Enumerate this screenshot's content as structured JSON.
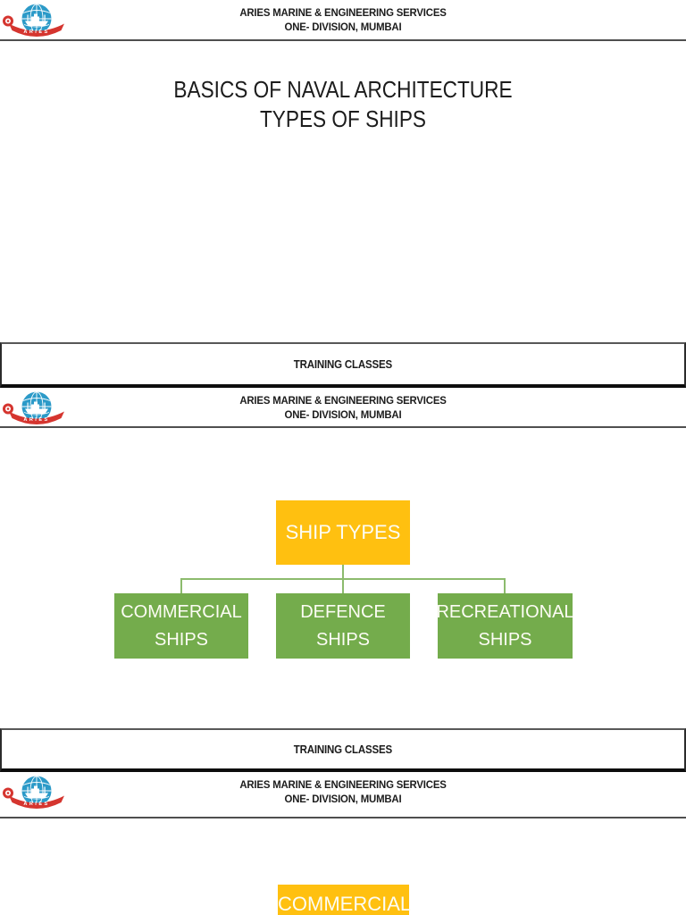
{
  "company": {
    "line1": "ARIES MARINE & ENGINEERING SERVICES",
    "line2": "ONE- DIVISION, MUMBAI"
  },
  "logo": {
    "ribbon_text": "ARIES"
  },
  "slides": {
    "title_slide": {
      "title_line1": "BASICS OF NAVAL ARCHITECTURE",
      "title_line2": "TYPES OF SHIPS",
      "footer": "TRAINING CLASSES"
    },
    "ship_types_slide": {
      "footer": "TRAINING CLASSES",
      "diagram": {
        "type": "org-chart",
        "root": "SHIP TYPES",
        "children": [
          {
            "line1": "COMMERCIAL",
            "line2": "SHIPS"
          },
          {
            "line1": "DEFENCE",
            "line2": "SHIPS"
          },
          {
            "line1": "RECREATIONAL",
            "line2": "SHIPS"
          }
        ]
      }
    },
    "commercial_slide": {
      "box_label": "COMMERCIAL"
    }
  },
  "colors": {
    "root_box": "#FFC010",
    "child_box": "#74AC4C",
    "connector": "#8CBB6D",
    "logo_blue": "#2B9AC8",
    "logo_red": "#D5352F"
  }
}
